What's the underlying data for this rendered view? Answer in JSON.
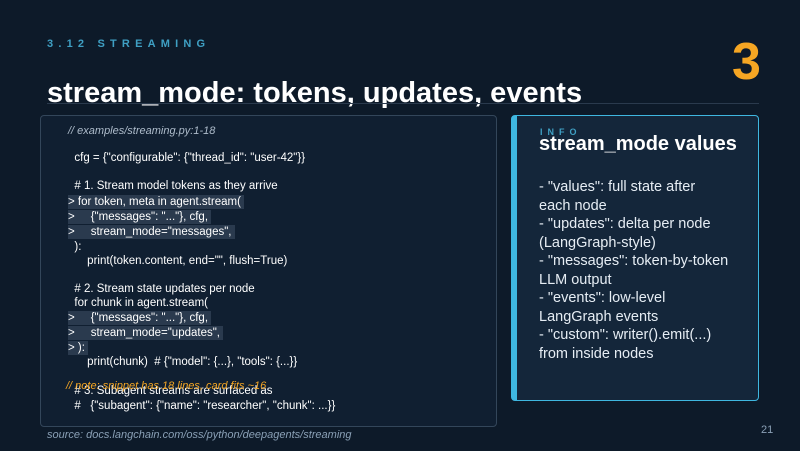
{
  "header": {
    "section_label": "3.12  STREAMING",
    "slide_number": "3",
    "title": "stream_mode: tokens, updates, events"
  },
  "code_panel": {
    "comment": "// examples/streaming.py:1-18",
    "lines": [
      {
        "text": "  cfg = {\"configurable\": {\"thread_id\": \"user-42\"}}",
        "highlight": false
      },
      {
        "text": "  # 1. Stream model tokens as they arrive",
        "highlight": false
      },
      {
        "text": "> for token, meta in agent.stream(",
        "highlight": true
      },
      {
        "text": ">     {\"messages\": \"...\"}, cfg,",
        "highlight": true
      },
      {
        "text": ">     stream_mode=\"messages\",",
        "highlight": true
      },
      {
        "text": "  ):",
        "highlight": false
      },
      {
        "text": "      print(token.content, end=\"\", flush=True)",
        "highlight": false
      },
      {
        "text": "  # 2. Stream state updates per node",
        "highlight": false
      },
      {
        "text": "  for chunk in agent.stream(",
        "highlight": false
      },
      {
        "text": ">     {\"messages\": \"...\"}, cfg,",
        "highlight": true
      },
      {
        "text": ">     stream_mode=\"updates\",",
        "highlight": true
      },
      {
        "text": "> ):",
        "highlight": true
      },
      {
        "text": "      print(chunk)  # {\"model\": {...}, \"tools\": {...}}",
        "highlight": false
      },
      {
        "text": "  # 3. Subagent streams are surfaced as",
        "highlight": false
      },
      {
        "text": "  #   {\"subagent\": {\"name\": \"researcher\", \"chunk\": ...}}",
        "highlight": false
      }
    ],
    "overlay_note": "// note: snippet has 18 lines, card fits ~16"
  },
  "info_card": {
    "tag": "INFO",
    "title": "stream_mode values",
    "lines": [
      "- \"values\": full state after",
      "each node",
      "- \"updates\": delta per node",
      "(LangGraph-style)",
      "- \"messages\": token-by-token",
      "LLM output",
      "- \"events\": low-level",
      "LangGraph events",
      "- \"custom\": writer().emit(...)",
      "from inside nodes"
    ]
  },
  "footer": {
    "source": "source: docs.langchain.com/oss/python/deepagents/streaming",
    "page_number": "21"
  },
  "colors": {
    "background": "#0d1a29",
    "accent_orange": "#f5a623",
    "accent_blue": "#3fb7e0",
    "code_highlight": "#2a3a4e"
  }
}
